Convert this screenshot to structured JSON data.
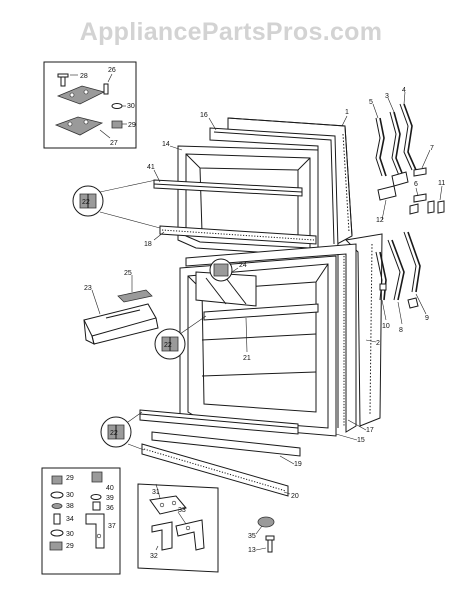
{
  "watermark": "AppliancePartsPros.com",
  "part_labels": [
    {
      "id": "p28",
      "text": "28"
    },
    {
      "id": "p26",
      "text": "26"
    },
    {
      "id": "p30a",
      "text": "30"
    },
    {
      "id": "p29a",
      "text": "29"
    },
    {
      "id": "p27",
      "text": "27"
    },
    {
      "id": "p16",
      "text": "16"
    },
    {
      "id": "p1",
      "text": "1"
    },
    {
      "id": "p14",
      "text": "14"
    },
    {
      "id": "p41",
      "text": "41"
    },
    {
      "id": "p22a",
      "text": "22"
    },
    {
      "id": "p18",
      "text": "18"
    },
    {
      "id": "p25",
      "text": "25"
    },
    {
      "id": "p24",
      "text": "24"
    },
    {
      "id": "p23",
      "text": "23"
    },
    {
      "id": "p22b",
      "text": "22"
    },
    {
      "id": "p21",
      "text": "21"
    },
    {
      "id": "p22c",
      "text": "22"
    },
    {
      "id": "p17",
      "text": "17"
    },
    {
      "id": "p15",
      "text": "15"
    },
    {
      "id": "p19",
      "text": "19"
    },
    {
      "id": "p20",
      "text": "20"
    },
    {
      "id": "p5",
      "text": "5"
    },
    {
      "id": "p3",
      "text": "3"
    },
    {
      "id": "p4",
      "text": "4"
    },
    {
      "id": "p7",
      "text": "7"
    },
    {
      "id": "p6",
      "text": "6"
    },
    {
      "id": "p11",
      "text": "11"
    },
    {
      "id": "p12",
      "text": "12"
    },
    {
      "id": "p10",
      "text": "10"
    },
    {
      "id": "p8",
      "text": "8"
    },
    {
      "id": "p9",
      "text": "9"
    },
    {
      "id": "p2",
      "text": "2"
    },
    {
      "id": "p29b",
      "text": "29"
    },
    {
      "id": "p40",
      "text": "40"
    },
    {
      "id": "p30b",
      "text": "30"
    },
    {
      "id": "p39",
      "text": "39"
    },
    {
      "id": "p38",
      "text": "38"
    },
    {
      "id": "p36",
      "text": "36"
    },
    {
      "id": "p34",
      "text": "34"
    },
    {
      "id": "p30c",
      "text": "30"
    },
    {
      "id": "p37",
      "text": "37"
    },
    {
      "id": "p29c",
      "text": "29"
    },
    {
      "id": "p31",
      "text": "31"
    },
    {
      "id": "p33",
      "text": "33"
    },
    {
      "id": "p32",
      "text": "32"
    },
    {
      "id": "p35",
      "text": "35"
    },
    {
      "id": "p13",
      "text": "13"
    }
  ]
}
